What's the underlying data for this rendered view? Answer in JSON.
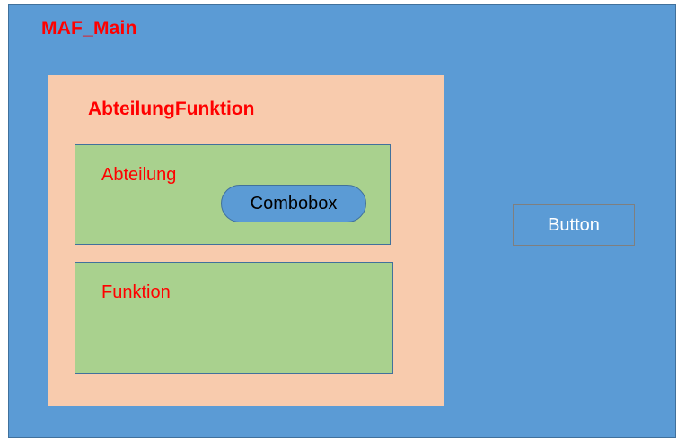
{
  "diagram": {
    "main_panel": {
      "title": "MAF_Main",
      "fill_color": "#5b9bd5",
      "border_color": "#41719c",
      "title_color": "#ff0000"
    },
    "group_panel": {
      "title": "AbteilungFunktion",
      "fill_color": "#f8cbad",
      "title_color": "#ff0000"
    },
    "sub_panels": [
      {
        "title": "Abteilung",
        "fill_color": "#a9d18e",
        "border_color": "#41719c",
        "title_color": "#ff0000"
      },
      {
        "title": "Funktion",
        "fill_color": "#a9d18e",
        "border_color": "#41719c",
        "title_color": "#ff0000"
      }
    ],
    "combobox": {
      "label": "Combobox",
      "fill_color": "#5b9bd5",
      "border_color": "#41719c",
      "label_color": "#000000"
    },
    "button": {
      "label": "Button",
      "fill_color": "#5b9bd5",
      "border_color": "#7f7f7f",
      "label_color": "#ffffff"
    }
  }
}
